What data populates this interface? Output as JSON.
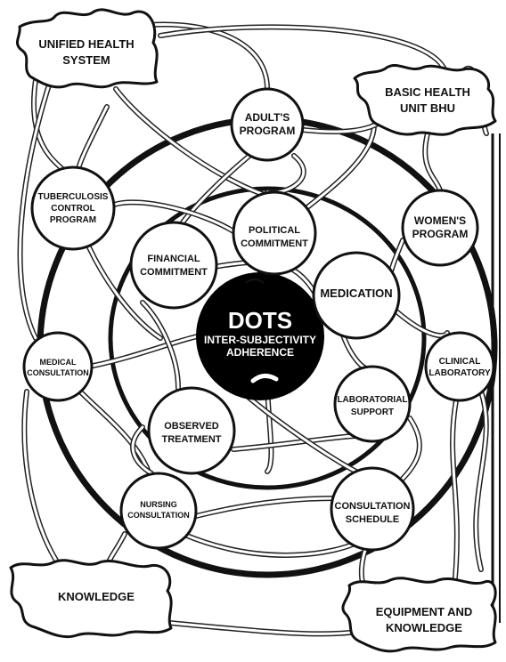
{
  "colors": {
    "ink": "#111111",
    "paper": "#ffffff",
    "center_fill": "#000000",
    "center_text": "#ffffff"
  },
  "center": {
    "title": "DOTS",
    "line1": "INTER-SUBJECTIVITY",
    "line2": "ADHERENCE"
  },
  "clouds": {
    "unified": [
      "UNIFIED HEALTH",
      "SYSTEM"
    ],
    "basic": [
      "BASIC HEALTH",
      "UNIT BHU"
    ],
    "knowledge": [
      "KNOWLEDGE"
    ],
    "equipment": [
      "EQUIPMENT AND",
      "KNOWLEDGE"
    ]
  },
  "nodes": {
    "adults": [
      "ADULT'S",
      "PROGRAM"
    ],
    "tb": [
      "TUBERCULOSIS",
      "CONTROL",
      "PROGRAM"
    ],
    "womens": [
      "WOMEN'S",
      "PROGRAM"
    ],
    "political": [
      "POLITICAL",
      "COMMITMENT"
    ],
    "financial": [
      "FINANCIAL",
      "COMMITMENT"
    ],
    "medication": [
      "MEDICATION"
    ],
    "medical": [
      "MEDICAL",
      "CONSULTATION"
    ],
    "clinical": [
      "CLINICAL",
      "LABORATORY"
    ],
    "laboratorial": [
      "LABORATORIAL",
      "SUPPORT"
    ],
    "observed": [
      "OBSERVED",
      "TREATMENT"
    ],
    "nursing": [
      "NURSING",
      "CONSULTATION"
    ],
    "schedule": [
      "CONSULTATION",
      "SCHEDULE"
    ]
  }
}
